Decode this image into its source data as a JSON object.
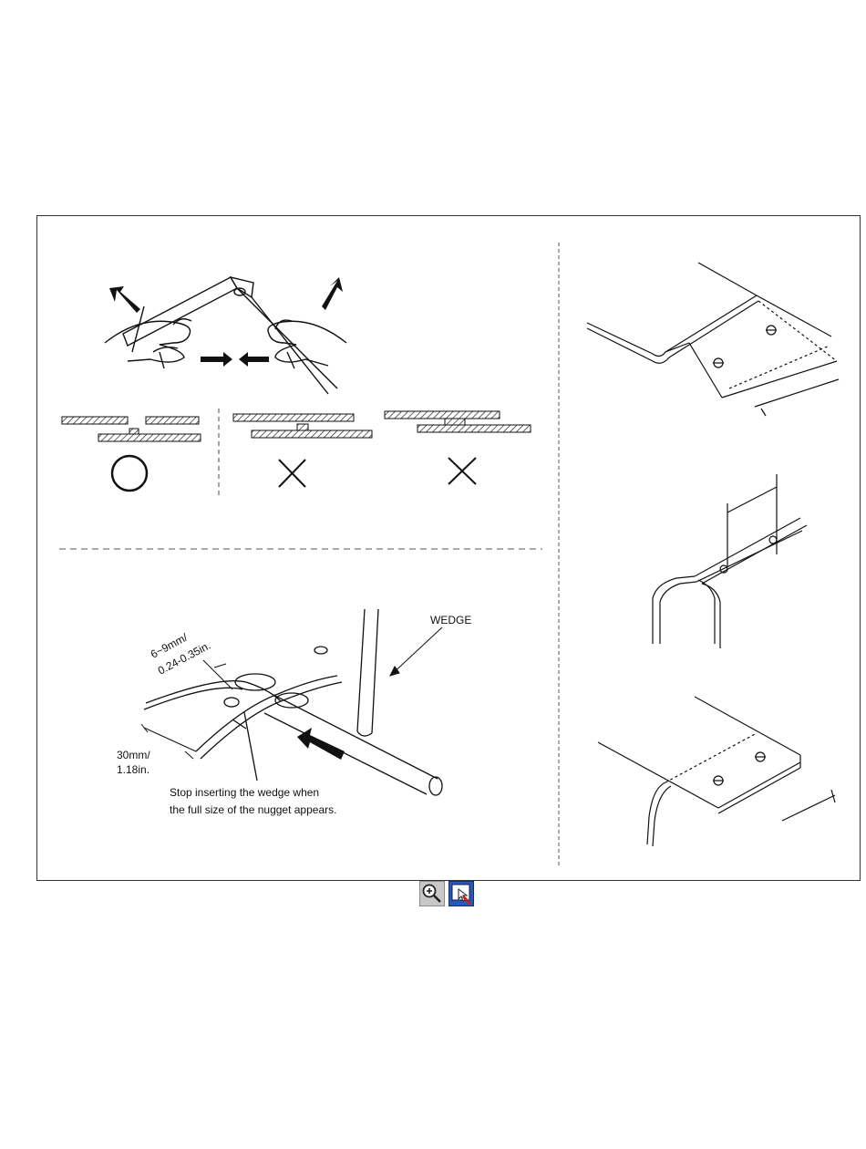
{
  "figure": {
    "labels": {
      "wedge": "WEDGE",
      "gap_line1": "6~9mm/",
      "gap_line2": "0.24-0.35in.",
      "depth_line1": "30mm/",
      "depth_line2": "1.18in.",
      "note_line1": "Stop inserting the wedge when",
      "note_line2": "the full size of the nugget appears."
    },
    "symbols": {
      "ok": "O",
      "ng": "X"
    }
  },
  "toolbar": {
    "zoom_icon": "zoom-in-icon",
    "select_icon": "select-tool-icon"
  }
}
